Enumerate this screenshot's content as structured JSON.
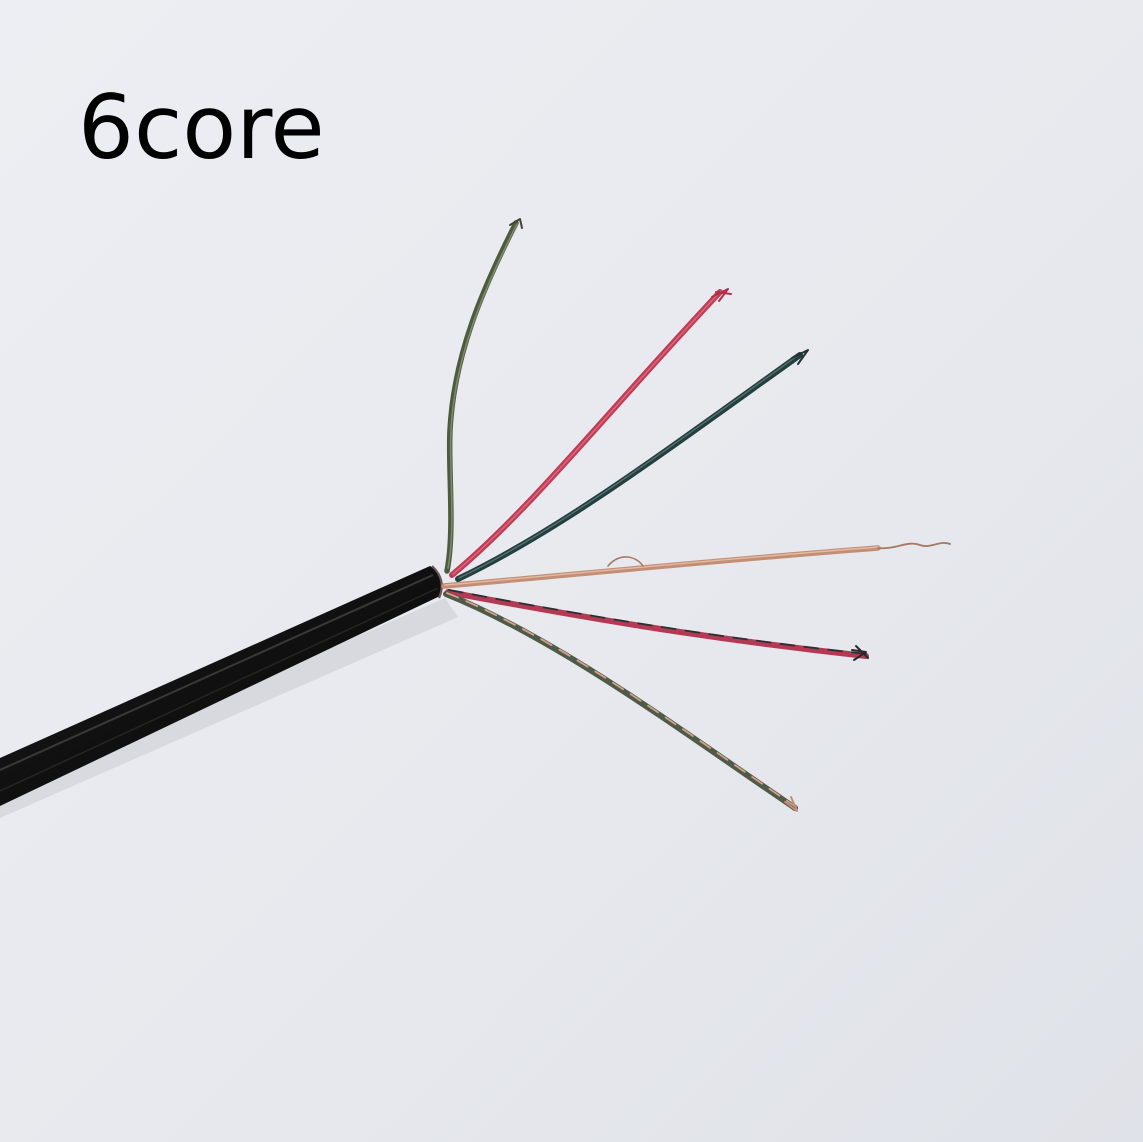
{
  "caption": {
    "text": "6core"
  },
  "colors": {
    "background": "#e7e9ee",
    "cable_jacket": "#111111",
    "wire_green": "#4e5a3e",
    "wire_red": "#c13b55",
    "wire_teal": "#243f3f",
    "wire_copper": "#c28f76",
    "wire_red_black": "#b33a55",
    "wire_green_copper": "#4f5a49"
  },
  "scene": {
    "subject": "stripped-6-core-cable",
    "wires": [
      {
        "name": "green-wire",
        "color": "#4e5a3e"
      },
      {
        "name": "red-wire",
        "color": "#c13b55"
      },
      {
        "name": "teal-wire",
        "color": "#243f3f"
      },
      {
        "name": "copper-wire",
        "color": "#c28f76"
      },
      {
        "name": "red-black-wire",
        "color": "#b33a55"
      },
      {
        "name": "green-copper-wire",
        "color": "#4f5a49"
      }
    ]
  }
}
